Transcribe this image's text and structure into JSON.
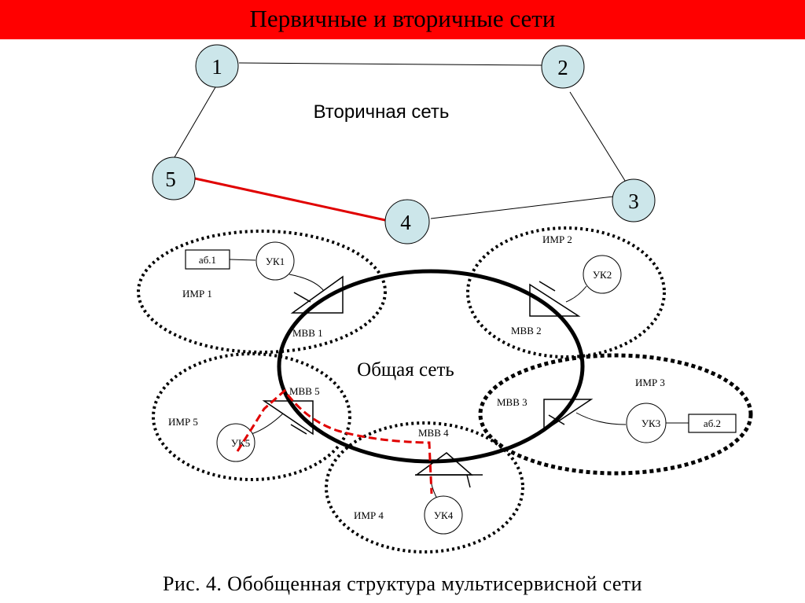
{
  "title": "Первичные и вторичные сети",
  "secondary_network": {
    "label": "Вторичная сеть",
    "nodes": [
      "1",
      "2",
      "3",
      "4",
      "5"
    ]
  },
  "common_network": {
    "label": "Общая сеть"
  },
  "regions": {
    "imr1": "ИМР 1",
    "imr2": "ИМР 2",
    "imr3": "ИМР 3",
    "imr4": "ИМР 4",
    "imr5": "ИМР 5"
  },
  "gateways": {
    "mvv1": "МВВ 1",
    "mvv2": "МВВ 2",
    "mvv3": "МВВ 3",
    "mvv4": "МВВ 4",
    "mvv5": "МВВ 5"
  },
  "switches": {
    "uk1": "УК1",
    "uk2": "УК2",
    "uk3": "УК3",
    "uk4": "УК4",
    "uk5": "УК5"
  },
  "subscribers": {
    "ab1": "аб.1",
    "ab2": "аб.2"
  },
  "caption": "Рис. 4. Обобщенная структура мультисервисной сети",
  "colors": {
    "title_bg": "#ff0000",
    "node_fill": "#cce6ea",
    "highlight": "#e00000"
  }
}
